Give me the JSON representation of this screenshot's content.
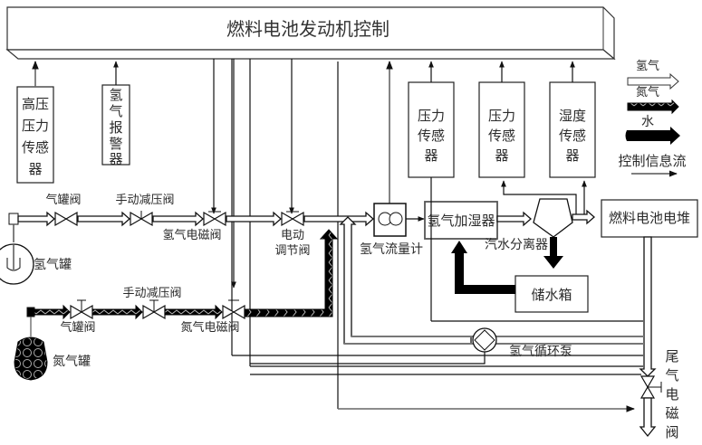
{
  "title": "燃料电池发动机控制",
  "sensors": {
    "high_pressure": [
      "高压",
      "压力",
      "传感",
      "器"
    ],
    "h2_alarm": [
      "氢",
      "气",
      "报",
      "警",
      "器"
    ],
    "pressure1": [
      "压力",
      "传感",
      "器"
    ],
    "pressure2": [
      "压力",
      "传感",
      "器"
    ],
    "humidity": [
      "湿度",
      "传感",
      "器"
    ]
  },
  "legend": {
    "hydrogen": "氢气",
    "nitrogen": "氮气",
    "water": "水",
    "control": "控制信息流"
  },
  "components": {
    "h2_tank": "氢气罐",
    "n2_tank": "氮气罐",
    "h2_tank_valve": "气罐阀",
    "h2_manual_valve": "手动减压阀",
    "h2_solenoid": "氢气电磁阀",
    "motor_valve_1": "电动",
    "motor_valve_2": "调节阀",
    "n2_tank_valve": "气罐阀",
    "n2_manual_valve": "手动减压阀",
    "n2_solenoid": "氮气电磁阀",
    "flowmeter": "氢气流量计",
    "humidifier": "氢气加湿器",
    "separator": "汽水分离器",
    "water_tank": "储水箱",
    "stack": "燃料电池电堆",
    "circ_pump": "氢气循环泵",
    "tail_valve": [
      "尾",
      "气",
      "电",
      "磁",
      "阀"
    ]
  },
  "colors": {
    "line": "#111111",
    "signal_gray": "#666666",
    "water": "#000000"
  }
}
